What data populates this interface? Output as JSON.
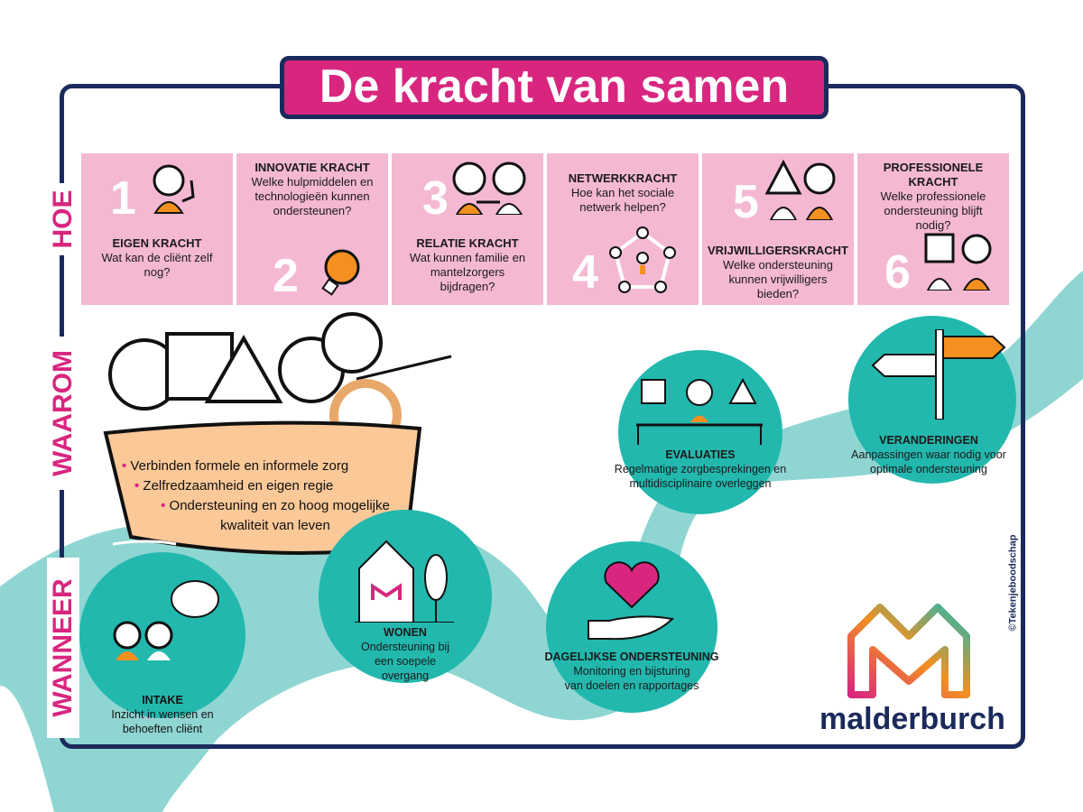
{
  "title": "De kracht van samen",
  "side_labels": {
    "hoe": "HOE",
    "waarom": "WAAROM",
    "wanneer": "WANNEER"
  },
  "pieces": [
    {
      "number": "1",
      "heading": "EIGEN KRACHT",
      "text": "Wat kan de cliënt zelf nog?"
    },
    {
      "number": "2",
      "heading": "INNOVATIE KRACHT",
      "text": "Welke hulpmiddelen en technologieën kunnen ondersteunen?"
    },
    {
      "number": "3",
      "heading": "RELATIE KRACHT",
      "text": "Wat kunnen familie en mantelzorgers bijdragen?"
    },
    {
      "number": "4",
      "heading": "NETWERKKRACHT",
      "text": "Hoe kan het sociale netwerk helpen?"
    },
    {
      "number": "5",
      "heading": "VRIJWILLIGERSKRACHT",
      "text": "Welke ondersteuning kunnen vrijwilligers bieden?"
    },
    {
      "number": "6",
      "heading": "PROFESSIONELE KRACHT",
      "text": "Welke professionele ondersteuning blijft nodig?"
    }
  ],
  "boat": {
    "bullets": [
      "Verbinden formele en informele zorg",
      "Zelfredzaamheid en eigen regie",
      "Ondersteuning en zo hoog mogelijke kwaliteit van leven"
    ]
  },
  "steps": [
    {
      "heading": "INTAKE",
      "text": "Inzicht in wensen en behoeften cliënt"
    },
    {
      "heading": "WONEN",
      "text": "Ondersteuning bij een soepele overgang"
    },
    {
      "heading": "DAGELIJKSE ONDERSTEUNING",
      "text": "Monitoring en bijsturing van doelen en rapportages"
    },
    {
      "heading": "EVALUATIES",
      "text": "Regelmatige zorgbesprekingen en multidisciplinaire overleggen"
    },
    {
      "heading": "VERANDERINGEN",
      "text": "Aanpassingen waar nodig voor optimale ondersteuning"
    }
  ],
  "brand": "malderburch",
  "credit": "©Tekenjeboodschap",
  "colors": {
    "pink": "#d8267f",
    "light_pink": "#f4b8d3",
    "teal": "#22b8ae",
    "river": "#8fd6d2",
    "navy": "#1b2a5c",
    "orange": "#f39020"
  }
}
